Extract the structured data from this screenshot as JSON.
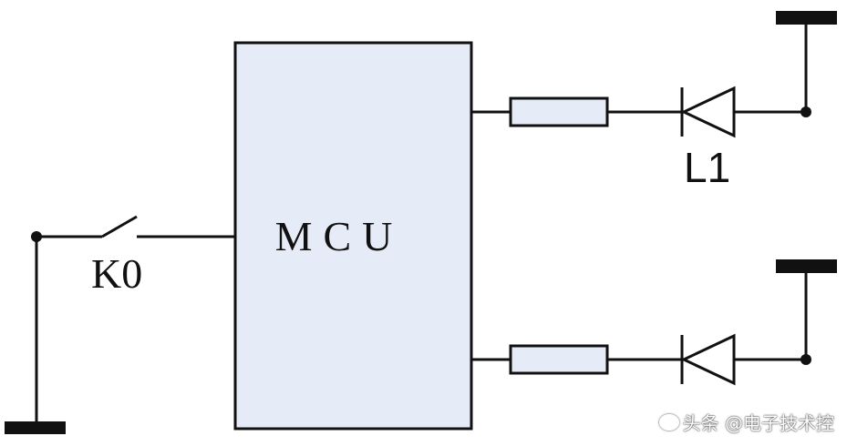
{
  "diagram": {
    "mcu_label": "MCU",
    "switch_label": "K0",
    "led_top_label": "L1",
    "colors": {
      "mcu_fill": "#E6ECF7",
      "resistor_fill": "#E6ECF7",
      "stroke": "#111111"
    }
  },
  "watermark": {
    "text": "头条 @电子技术控"
  }
}
